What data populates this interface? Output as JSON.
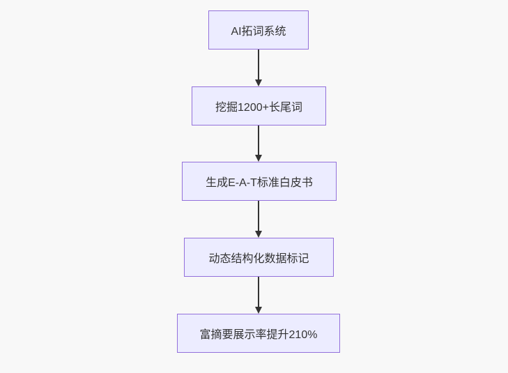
{
  "diagram": {
    "type": "flowchart",
    "direction": "top-down",
    "background_color": "#f8f8f8",
    "node_fill_color": "#ECECFF",
    "node_border_color": "#9370DB",
    "node_text_color": "#333333",
    "arrow_color": "#333333",
    "nodes": [
      {
        "id": "step-1",
        "label": "AI拓词系统"
      },
      {
        "id": "step-2",
        "label": "挖掘1200+长尾词"
      },
      {
        "id": "step-3",
        "label": "生成E-A-T标准白皮书"
      },
      {
        "id": "step-4",
        "label": "动态结构化数据标记"
      },
      {
        "id": "step-5",
        "label": "富摘要展示率提升210%"
      }
    ],
    "edges": [
      {
        "from": "step-1",
        "to": "step-2"
      },
      {
        "from": "step-2",
        "to": "step-3"
      },
      {
        "from": "step-3",
        "to": "step-4"
      },
      {
        "from": "step-4",
        "to": "step-5"
      }
    ]
  }
}
